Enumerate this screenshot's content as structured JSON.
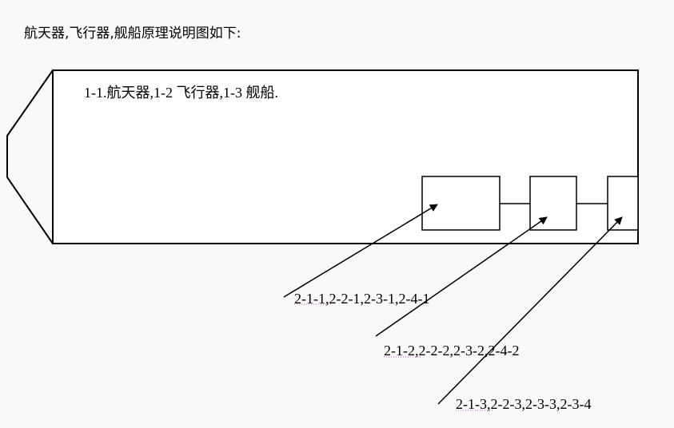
{
  "heading": "航天器,飞行器,舰船原理说明图如下:",
  "body_label": "1-1.航天器,1-2 飞行器,1-3 舰船.",
  "callouts": [
    "2-1-1,2-2-1,2-3-1,2-4-1",
    "2-1-2,2-2-2,2-3-2,2-4-2",
    "2-1-3,2-2-3,2-3-3,2-3-4"
  ]
}
